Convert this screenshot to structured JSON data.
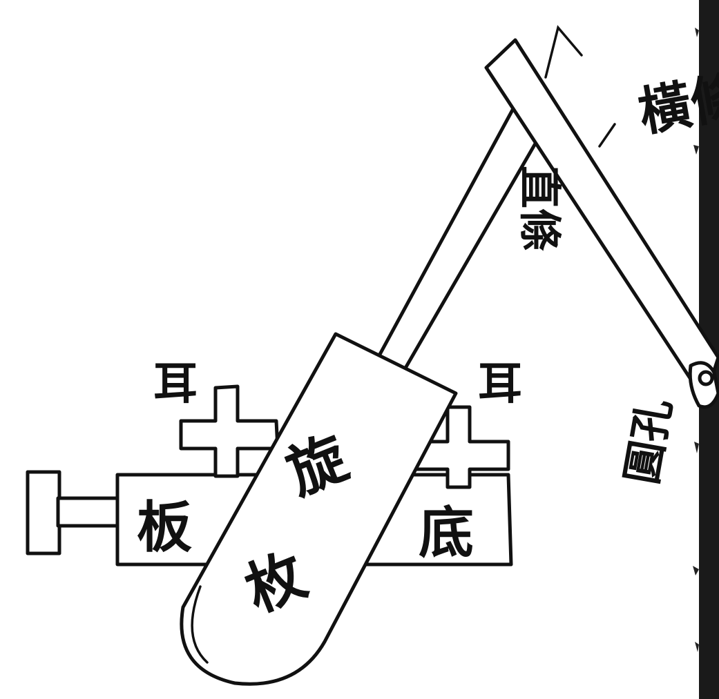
{
  "labels": {
    "heng_tiao": "橫條",
    "zhi_tiao": "直條",
    "xuan": "旋",
    "mei": "枚",
    "ban": "板",
    "di": "底",
    "er_left": "耳",
    "er_right": "耳",
    "yuan_kong": "圓孔"
  },
  "colors": {
    "ink": "#111111",
    "paper": "#ffffff"
  }
}
